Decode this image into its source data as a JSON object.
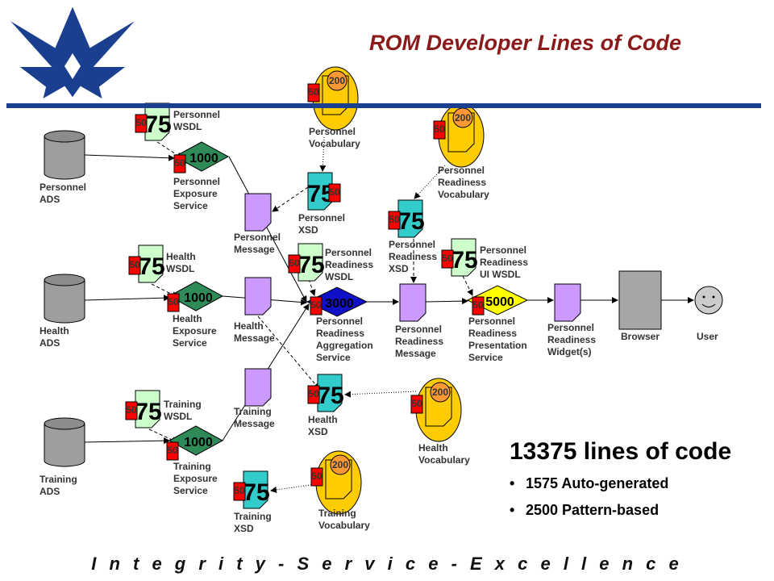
{
  "slide": {
    "title": "ROM Developer Lines of Code",
    "footer": "I n t e g r i t y - S e r v i c e - E x c e l l e n c e",
    "colors": {
      "title": "#8b1a1a",
      "rule": "#1a3f8f",
      "exposure_service": "#2e8b57",
      "aggregation_service": "#1010c8",
      "presentation_service": "#ffff00",
      "wsdl": "#ccffcc",
      "xsd": "#33cccc",
      "message": "#cc99ff",
      "vocabulary": "#ffcc00",
      "badge": "#ff0000"
    }
  },
  "logo": {
    "icon": "air-force-wings-logo"
  },
  "datastores": [
    {
      "id": "personnel-ads",
      "label": [
        "Personnel",
        "ADS"
      ]
    },
    {
      "id": "health-ads",
      "label": [
        "Health",
        "ADS"
      ]
    },
    {
      "id": "training-ads",
      "label": [
        "Training",
        "ADS"
      ]
    }
  ],
  "wsdls": [
    {
      "id": "personnel-wsdl",
      "value": "75",
      "badge": "50",
      "label": [
        "Personnel",
        "WSDL"
      ]
    },
    {
      "id": "health-wsdl",
      "value": "75",
      "badge": "50",
      "label": [
        "Health",
        "WSDL"
      ]
    },
    {
      "id": "training-wsdl",
      "value": "75",
      "badge": "50",
      "label": [
        "Training",
        "WSDL"
      ]
    },
    {
      "id": "readiness-wsdl",
      "value": "75",
      "badge": "50",
      "label": [
        "Personnel",
        "Readiness",
        "WSDL"
      ]
    },
    {
      "id": "readiness-ui-wsdl",
      "value": "75",
      "badge": "50",
      "label": [
        "Personnel",
        "Readiness",
        "UI WSDL"
      ]
    }
  ],
  "services": [
    {
      "id": "personnel-exposure",
      "value": "1000",
      "badge": "50",
      "label": [
        "Personnel",
        "Exposure",
        "Service"
      ]
    },
    {
      "id": "health-exposure",
      "value": "1000",
      "badge": "50",
      "label": [
        "Health",
        "Exposure",
        "Service"
      ]
    },
    {
      "id": "training-exposure",
      "value": "1000",
      "badge": "50",
      "label": [
        "Training",
        "Exposure",
        "Service"
      ]
    },
    {
      "id": "aggregation",
      "value": "3000",
      "badge": "50",
      "label": [
        "Personnel",
        "Readiness",
        "Aggregation",
        "Service"
      ]
    },
    {
      "id": "presentation",
      "value": "5000",
      "badge": "50",
      "label": [
        "Personnel",
        "Readiness",
        "Presentation",
        "Service"
      ]
    }
  ],
  "messages": [
    {
      "id": "personnel-message",
      "label": [
        "Personnel",
        "Message"
      ]
    },
    {
      "id": "health-message",
      "label": [
        "Health",
        "Message"
      ]
    },
    {
      "id": "training-message",
      "label": [
        "Training",
        "Message"
      ]
    },
    {
      "id": "readiness-message",
      "label": [
        "Personnel",
        "Readiness",
        "Message"
      ]
    },
    {
      "id": "readiness-widget",
      "label": [
        "Personnel",
        "Readiness",
        "Widget(s)"
      ]
    }
  ],
  "xsds": [
    {
      "id": "personnel-xsd",
      "value": "75",
      "badge": "50",
      "label": [
        "Personnel",
        "XSD"
      ]
    },
    {
      "id": "readiness-xsd",
      "value": "75",
      "badge": "50",
      "label": [
        "Personnel",
        "Readiness",
        "XSD"
      ]
    },
    {
      "id": "health-xsd",
      "value": "75",
      "badge": "50",
      "label": [
        "Health",
        "XSD"
      ]
    },
    {
      "id": "training-xsd",
      "value": "75",
      "badge": "50",
      "label": [
        "Training",
        "XSD"
      ]
    }
  ],
  "vocabularies": [
    {
      "id": "personnel-vocab",
      "value": "200",
      "badge": "50",
      "label": [
        "Personnel",
        "Vocabulary"
      ]
    },
    {
      "id": "readiness-vocab",
      "value": "200",
      "badge": "50",
      "label": [
        "Personnel",
        "Readiness",
        "Vocabulary"
      ]
    },
    {
      "id": "health-vocab",
      "value": "200",
      "badge": "50",
      "label": [
        "Health",
        "Vocabulary"
      ]
    },
    {
      "id": "training-vocab",
      "value": "200",
      "badge": "50",
      "label": [
        "Training",
        "Vocabulary"
      ]
    }
  ],
  "endpoints": [
    {
      "id": "browser",
      "label": [
        "Browser"
      ]
    },
    {
      "id": "user",
      "label": [
        "User"
      ]
    }
  ],
  "summary": {
    "headline": "13375 lines of code",
    "items": [
      "1575 Auto-generated",
      "2500 Pattern-based"
    ]
  }
}
